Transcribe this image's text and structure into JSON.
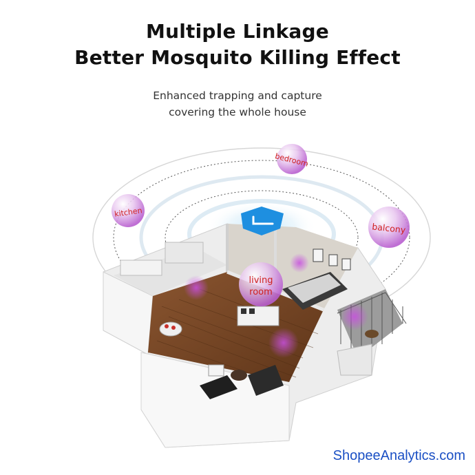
{
  "heading": {
    "line1": "Multiple Linkage",
    "line2": "Better Mosquito Killing Effect"
  },
  "subheading": {
    "line1": "Enhanced trapping and capture",
    "line2": "covering the whole house"
  },
  "rooms": {
    "bedroom": "bedroom",
    "kitchen": "kitchen",
    "balcony": "balcony",
    "living_line1": "living",
    "living_line2": "room"
  },
  "watermark": "ShopeeAnalytics.com",
  "colors": {
    "bubble": "#c87ad8",
    "label": "#d02020",
    "device": "#1e8fe0",
    "floor": "#7a4a2a",
    "watermark": "#1a4fc4"
  }
}
